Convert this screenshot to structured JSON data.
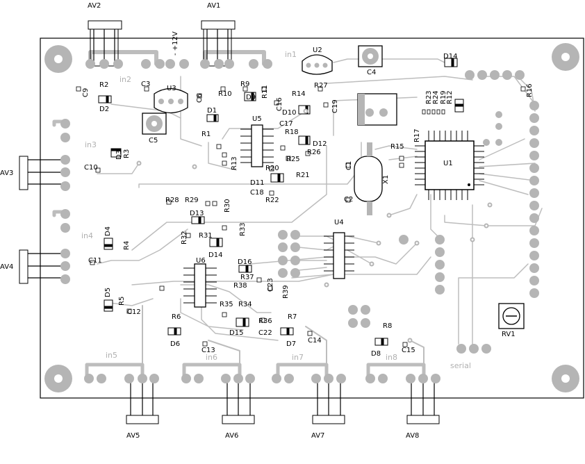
{
  "title": "",
  "colors": {
    "trace": "#bdbdbd",
    "pad": "#b5b5b5",
    "ink": "#000000",
    "board_bg": "#ffffff"
  },
  "connectors": {
    "top": [
      "AV2",
      "AV1"
    ],
    "left": [
      "AV3",
      "AV4"
    ],
    "bottom": [
      "AV5",
      "AV6",
      "AV7",
      "AV8"
    ]
  },
  "power_label": "- +12V",
  "inputs": [
    "in1",
    "in2",
    "in3",
    "in4",
    "in5",
    "in6",
    "in7",
    "in8"
  ],
  "serial_label": "serial",
  "chips": [
    "U1",
    "U2",
    "U3",
    "U4",
    "U5",
    "U6",
    "X1",
    "RV1"
  ],
  "resistors": [
    "R1",
    "R2",
    "R3",
    "R4",
    "R5",
    "R6",
    "R7",
    "R8",
    "R9",
    "R10",
    "R11",
    "R12",
    "R13",
    "R14",
    "R15",
    "R16",
    "R17",
    "R18",
    "R19",
    "R20",
    "R21",
    "R22",
    "R23",
    "R24",
    "R25",
    "R26",
    "R27",
    "R28",
    "R29",
    "R30",
    "R31",
    "R32",
    "R33",
    "R34",
    "R35",
    "R36",
    "R37",
    "R38",
    "R39"
  ],
  "capacitors": [
    "C1",
    "C2",
    "C3",
    "C4",
    "C5",
    "C6",
    "C9",
    "C10",
    "C11",
    "C12",
    "C13",
    "C14",
    "C15",
    "C16",
    "C17",
    "C18",
    "C19",
    "C22",
    "C23"
  ],
  "diodes": [
    "D1",
    "D2",
    "D3",
    "D4",
    "D5",
    "D6",
    "D7",
    "D8",
    "D9",
    "D10",
    "D11",
    "D12",
    "D13",
    "D14",
    "D15",
    "D16"
  ]
}
